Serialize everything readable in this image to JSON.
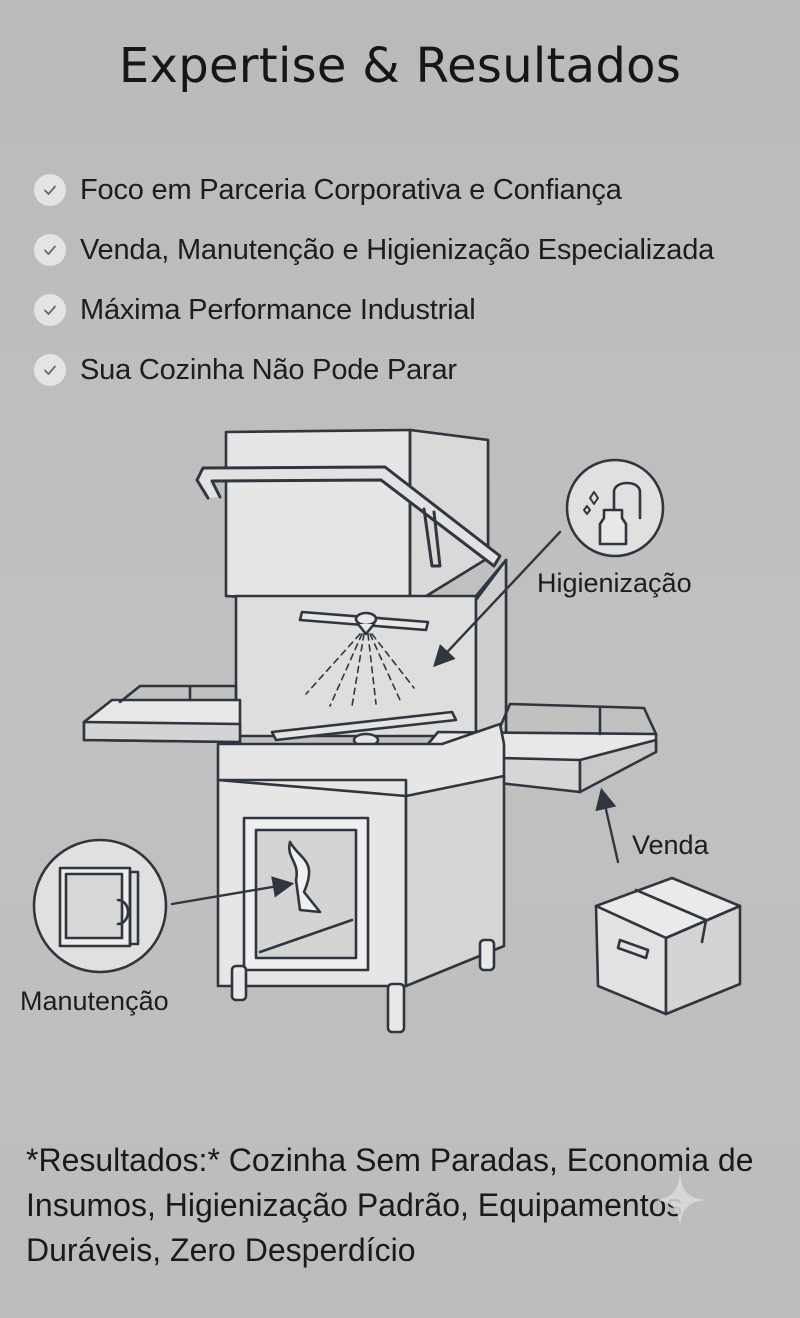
{
  "title": "Expertise & Resultados",
  "checklist": [
    {
      "label": "Foco em Parceria Corporativa e Confiança",
      "icon": "check-icon"
    },
    {
      "label": "Venda, Manutenção e Higienização Especializada",
      "icon": "check-icon"
    },
    {
      "label": "Máxima Performance Industrial",
      "icon": "check-icon"
    },
    {
      "label": "Sua Cozinha Não Pode Parar",
      "icon": "check-icon"
    }
  ],
  "callouts": {
    "higienizacao": "Higienização",
    "venda": "Venda",
    "manutencao": "Manutenção"
  },
  "results": {
    "prefix": "*Resultados:*",
    "text": " Cozinha Sem Paradas, Economia de Insumos, Higienização Padrão, Equipamentos Duráveis, Zero Desperdício"
  },
  "colors": {
    "background": "#bdbdbd",
    "line": "#2f3640",
    "panel": "#e6e6e6",
    "text": "#1c1c1c"
  }
}
